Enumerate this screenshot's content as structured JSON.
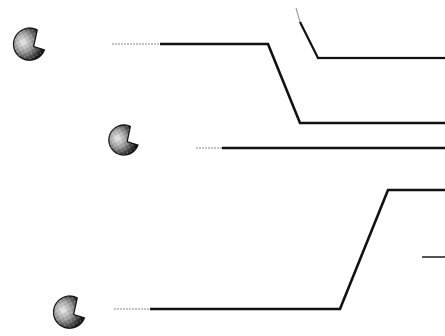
{
  "colors": {
    "background": "#ffffff",
    "line": "#111111",
    "line_faint": "#8a8a8a",
    "node_base": "#9a9a9a",
    "node_shadow": "#1c1c1c",
    "node_highlight": "#e6e6e6"
  },
  "icons": {
    "node": "flat-disc-icon"
  },
  "nodes": [
    {
      "id": "node-top-left"
    },
    {
      "id": "node-middle-left"
    },
    {
      "id": "node-bottom-left"
    }
  ],
  "connectors": [
    {
      "id": "connector-top"
    },
    {
      "id": "connector-upper"
    },
    {
      "id": "connector-middle"
    },
    {
      "id": "connector-lower"
    },
    {
      "id": "connector-bottom-right-stub"
    }
  ]
}
